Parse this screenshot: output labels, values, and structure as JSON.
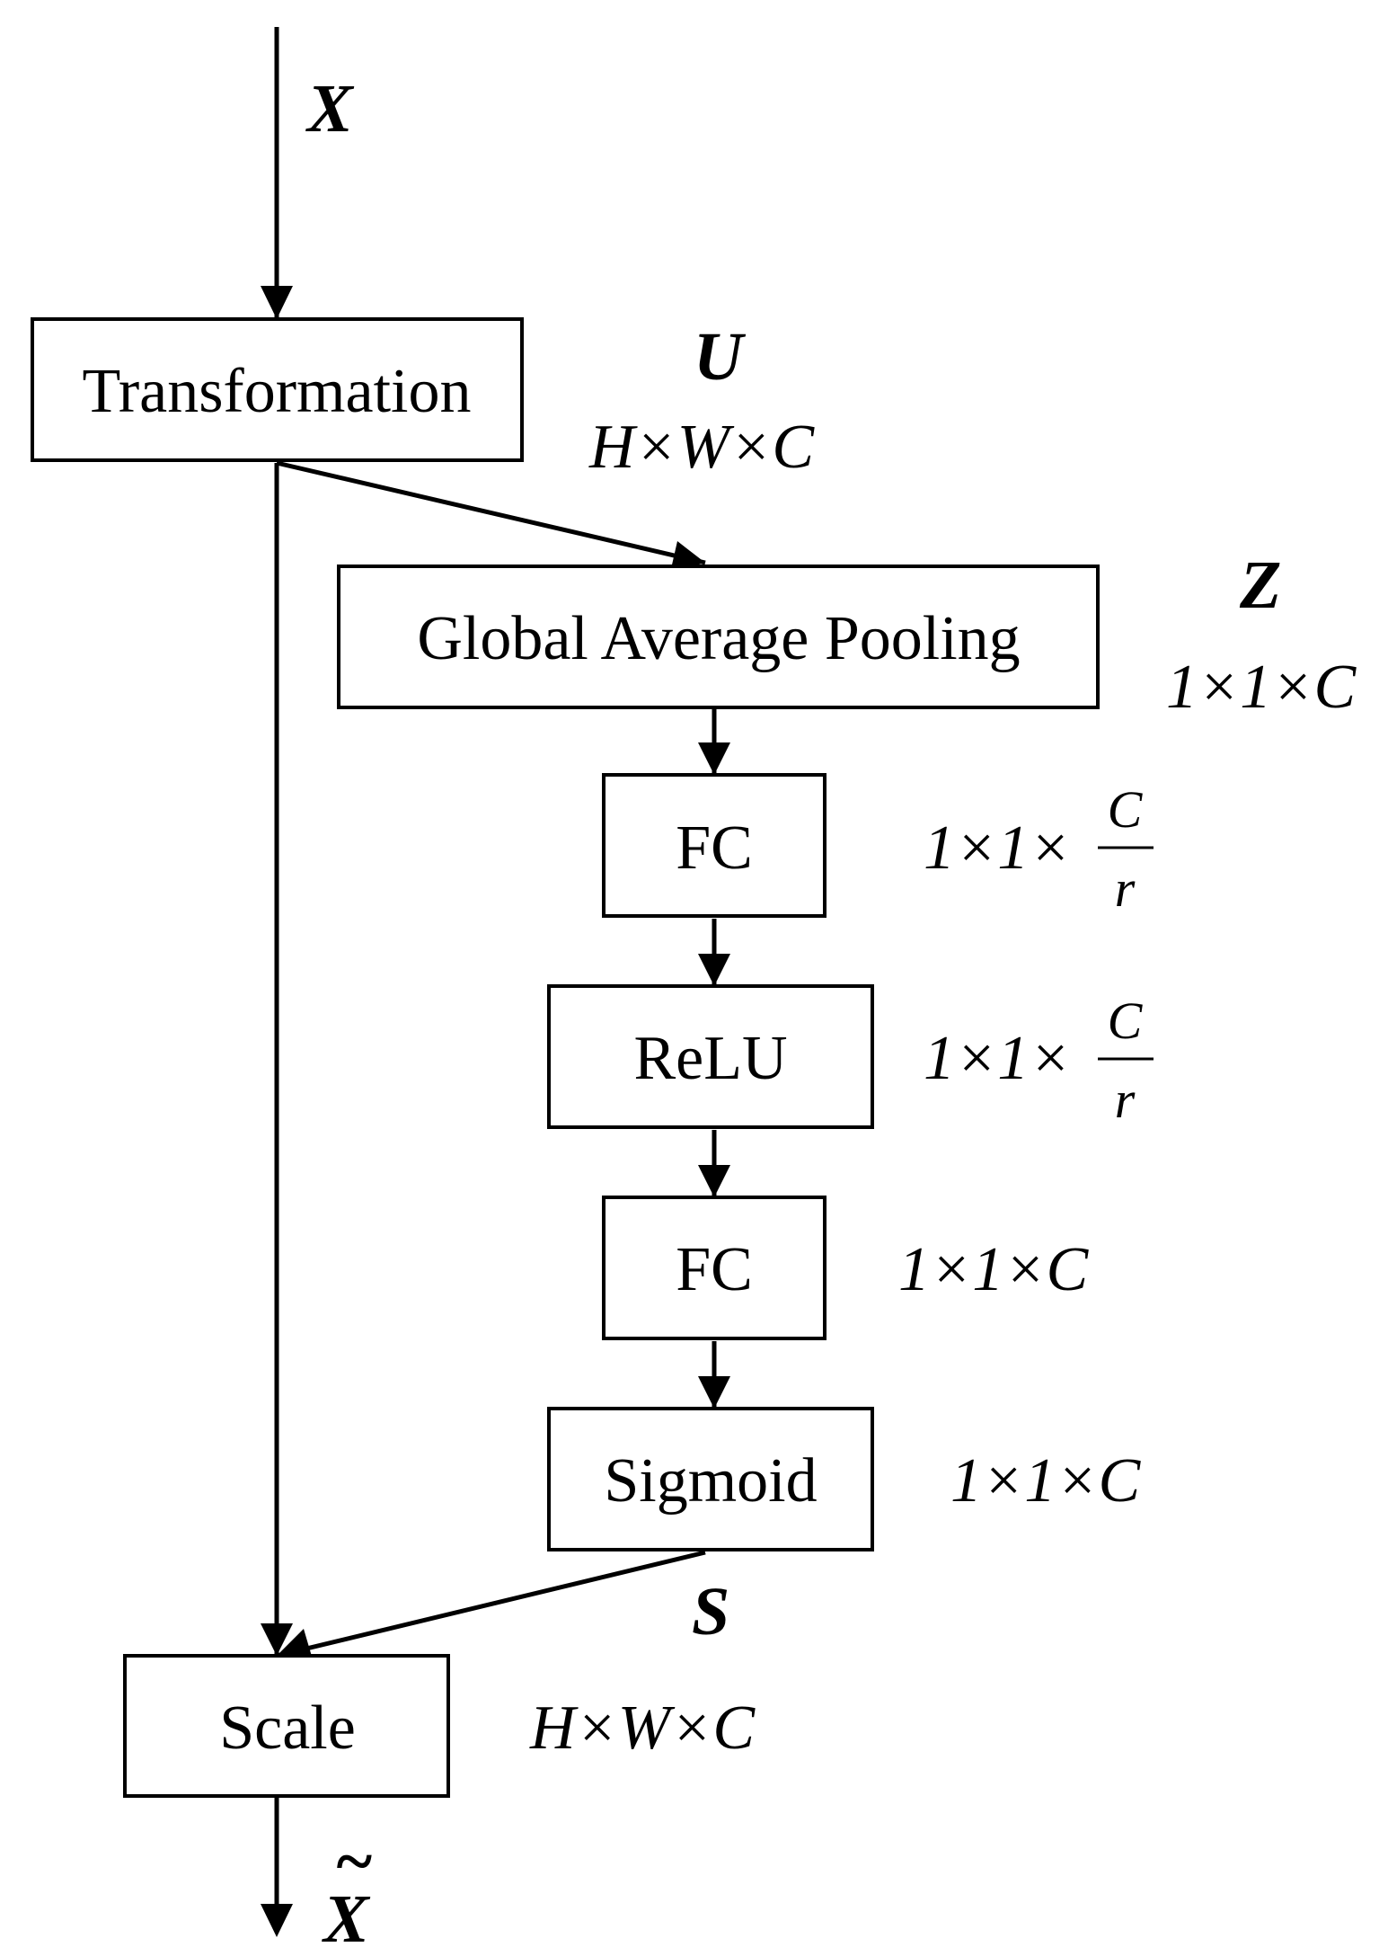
{
  "input": {
    "label": "X"
  },
  "output": {
    "label": "X",
    "accent": "~"
  },
  "blocks": {
    "transformation": "Transformation",
    "gap": "Global Average Pooling",
    "fc1": "FC",
    "relu": "ReLU",
    "fc2": "FC",
    "sigmoid": "Sigmoid",
    "scale": "Scale"
  },
  "variables": {
    "u": "U",
    "z": "Z",
    "s": "S"
  },
  "dimensions": {
    "u": "H×W×C",
    "z": "1×1×C",
    "fc1_prefix": "1×1×",
    "fc1_num": "C",
    "fc1_den": "r",
    "relu_prefix": "1×1×",
    "relu_num": "C",
    "relu_den": "r",
    "fc2": "1×1×C",
    "sigmoid": "1×1×C",
    "scale": "H×W×C"
  },
  "colors": {
    "stroke": "#000000",
    "background": "#ffffff"
  }
}
